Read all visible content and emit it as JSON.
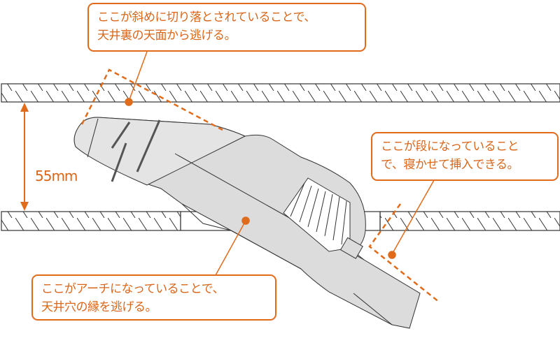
{
  "dimension_label": "55mm",
  "callouts": {
    "top": {
      "line1": "ここが斜めに切り落とされていることで、",
      "line2": "天井裏の天面から逃げる。"
    },
    "right": {
      "line1": "ここが段になっていること",
      "line2": "で、寝かせて挿入できる。"
    },
    "bottom": {
      "line1": "ここがアーチになっていることで、",
      "line2": "天井穴の縁を逃げる。"
    }
  },
  "colors": {
    "accent": "#e06b1b",
    "device_fill": "#dcdcdc",
    "outline": "#333333"
  }
}
